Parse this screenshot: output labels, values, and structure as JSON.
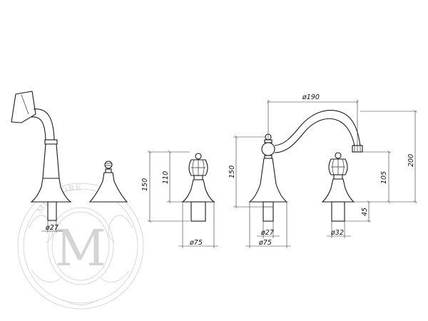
{
  "watermark": {
    "text": "MIGLIORE",
    "monogram": "M"
  },
  "dimensions": {
    "hand_shower_diameter": "ø27",
    "hand_shower_height": "150",
    "handle_height": "110",
    "handle_base_diameter": "ø75",
    "spout_height_total": "150",
    "spout_reach": "ø190",
    "spout_shank_diameter": "ø27",
    "spout_base_diameter": "ø75",
    "overall_height": "200",
    "right_handle_height": "105",
    "shank_length": "45",
    "right_shank_diameter": "ø32"
  }
}
